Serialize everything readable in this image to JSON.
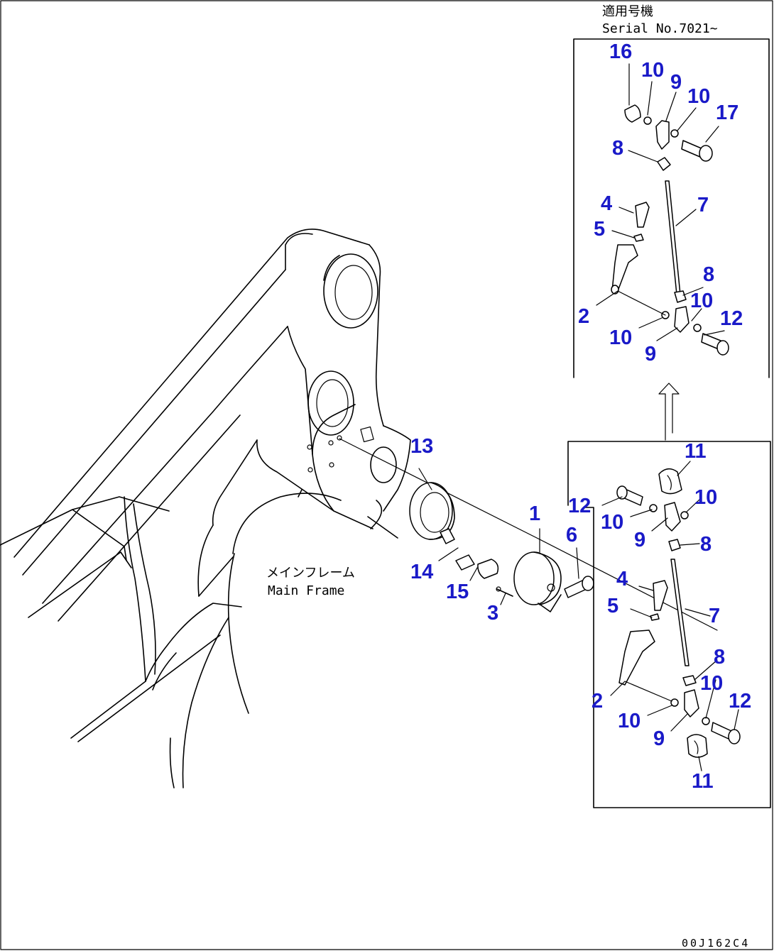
{
  "header_jp": "適用号機",
  "header_serial": "Serial No.7021~",
  "main_frame_jp": "メインフレーム",
  "main_frame_en": "Main Frame",
  "drawing_code": "00J162C4",
  "main_callouts": [
    "13",
    "14",
    "15",
    "1",
    "6",
    "3"
  ],
  "upper_box_callouts": [
    "16",
    "10",
    "9",
    "10",
    "17",
    "8",
    "4",
    "7",
    "5",
    "8",
    "2",
    "10",
    "12",
    "10",
    "9"
  ],
  "lower_box_callouts": [
    "11",
    "12",
    "10",
    "10",
    "9",
    "8",
    "4",
    "5",
    "7",
    "8",
    "10",
    "2",
    "12",
    "10",
    "9",
    "11"
  ]
}
